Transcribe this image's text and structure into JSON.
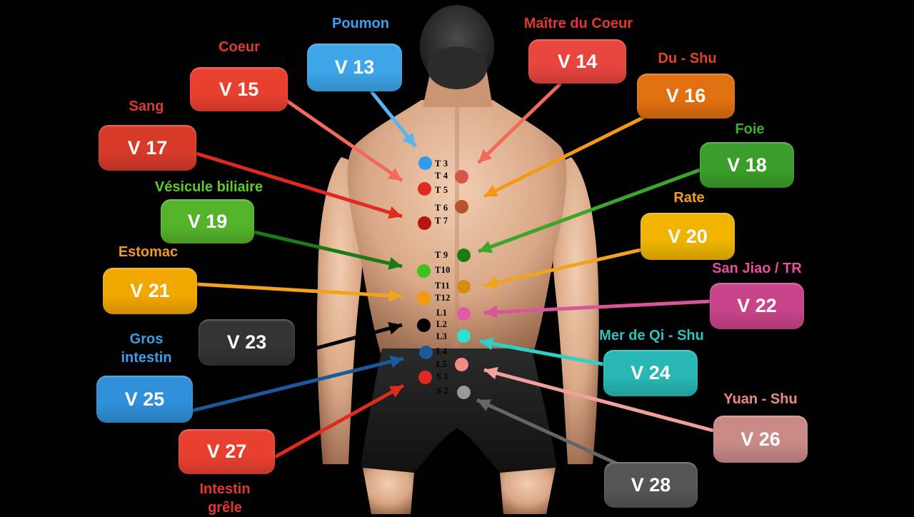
{
  "points": [
    {
      "code": "V 13",
      "organ": "Poumon",
      "color": "#3da5e8",
      "organ_color": "#3aa0ea"
    },
    {
      "code": "V 14",
      "organ": "Maître du Coeur",
      "color": "#e8453c",
      "organ_color": "#e03a2e"
    },
    {
      "code": "V 15",
      "organ": "Coeur",
      "color": "#e8402f",
      "organ_color": "#e03a2e"
    },
    {
      "code": "V 16",
      "organ": "Du - Shu",
      "color": "#e07010",
      "organ_color": "#e0451e"
    },
    {
      "code": "V 17",
      "organ": "Sang",
      "color": "#d83a2a",
      "organ_color": "#dd3b2f"
    },
    {
      "code": "V 18",
      "organ": "Foie",
      "color": "#3a9e2a",
      "organ_color": "#36b324"
    },
    {
      "code": "V 19",
      "organ": "Vésicule biliaire",
      "color": "#55b32a",
      "organ_color": "#5ccc2a"
    },
    {
      "code": "V 20",
      "organ": "Rate",
      "color": "#f0b400",
      "organ_color": "#f2a11c"
    },
    {
      "code": "V 21",
      "organ": "Estomac",
      "color": "#f2a600",
      "organ_color": "#f29a1c"
    },
    {
      "code": "V 22",
      "organ": "San Jiao / TR",
      "color": "#c7448a",
      "organ_color": "#e64fa0"
    },
    {
      "code": "V 23",
      "organ": "",
      "color": "#333333",
      "organ_color": "#ffffff"
    },
    {
      "code": "V 24",
      "organ": "Mer de Qi - Shu",
      "color": "#28b7b3",
      "organ_color": "#2cc2bd"
    },
    {
      "code": "V 25",
      "organ": "Gros intestin",
      "color": "#2f8fd8",
      "organ_color": "#3a9ee6"
    },
    {
      "code": "V 26",
      "organ": "Yuan - Shu",
      "color": "#c98a86",
      "organ_color": "#ee8a80"
    },
    {
      "code": "V 27",
      "organ": "Intestin grêle",
      "color": "#e8402f",
      "organ_color": "#e03a2e"
    },
    {
      "code": "V 28",
      "organ": "",
      "color": "#555555",
      "organ_color": "#ffffff"
    }
  ],
  "vertebrae": [
    "T 3",
    "T 4",
    "T 5",
    "T 6",
    "T 7",
    "T 9",
    "T10",
    "T11",
    "T12",
    "L1",
    "L2",
    "L3",
    "L4",
    "L5",
    "S 1",
    "S 2"
  ]
}
